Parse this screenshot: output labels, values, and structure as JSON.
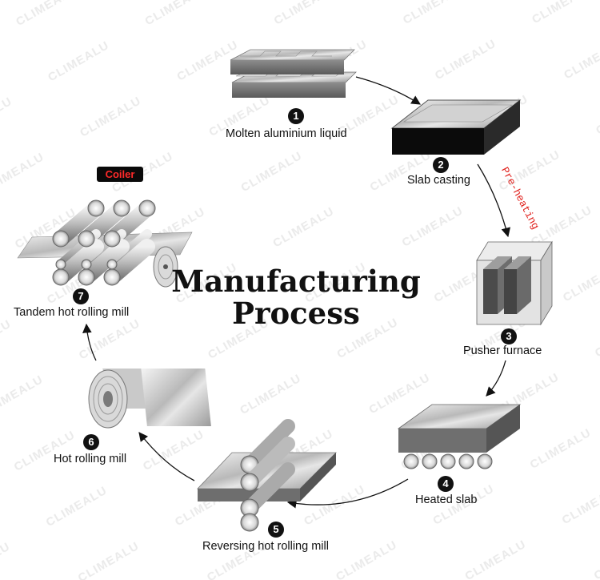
{
  "title": {
    "line1": "Manufacturing",
    "line2": "Process"
  },
  "watermark": "CLIMEALU",
  "steps": [
    {
      "num": "1",
      "label": "Molten aluminium liquid"
    },
    {
      "num": "2",
      "label": "Slab casting"
    },
    {
      "num": "3",
      "label": "Pusher furnace"
    },
    {
      "num": "4",
      "label": "Heated slab"
    },
    {
      "num": "5",
      "label": "Reversing hot rolling mill"
    },
    {
      "num": "6",
      "label": "Hot rolling mill"
    },
    {
      "num": "7",
      "label": "Tandem hot rolling mill"
    }
  ],
  "annotations": {
    "preheating": "Pre-heating",
    "coiler": "Coiler"
  },
  "colors": {
    "accent_red": "#e0201c",
    "metal": "#c9c9c9",
    "dark": "#111111"
  }
}
